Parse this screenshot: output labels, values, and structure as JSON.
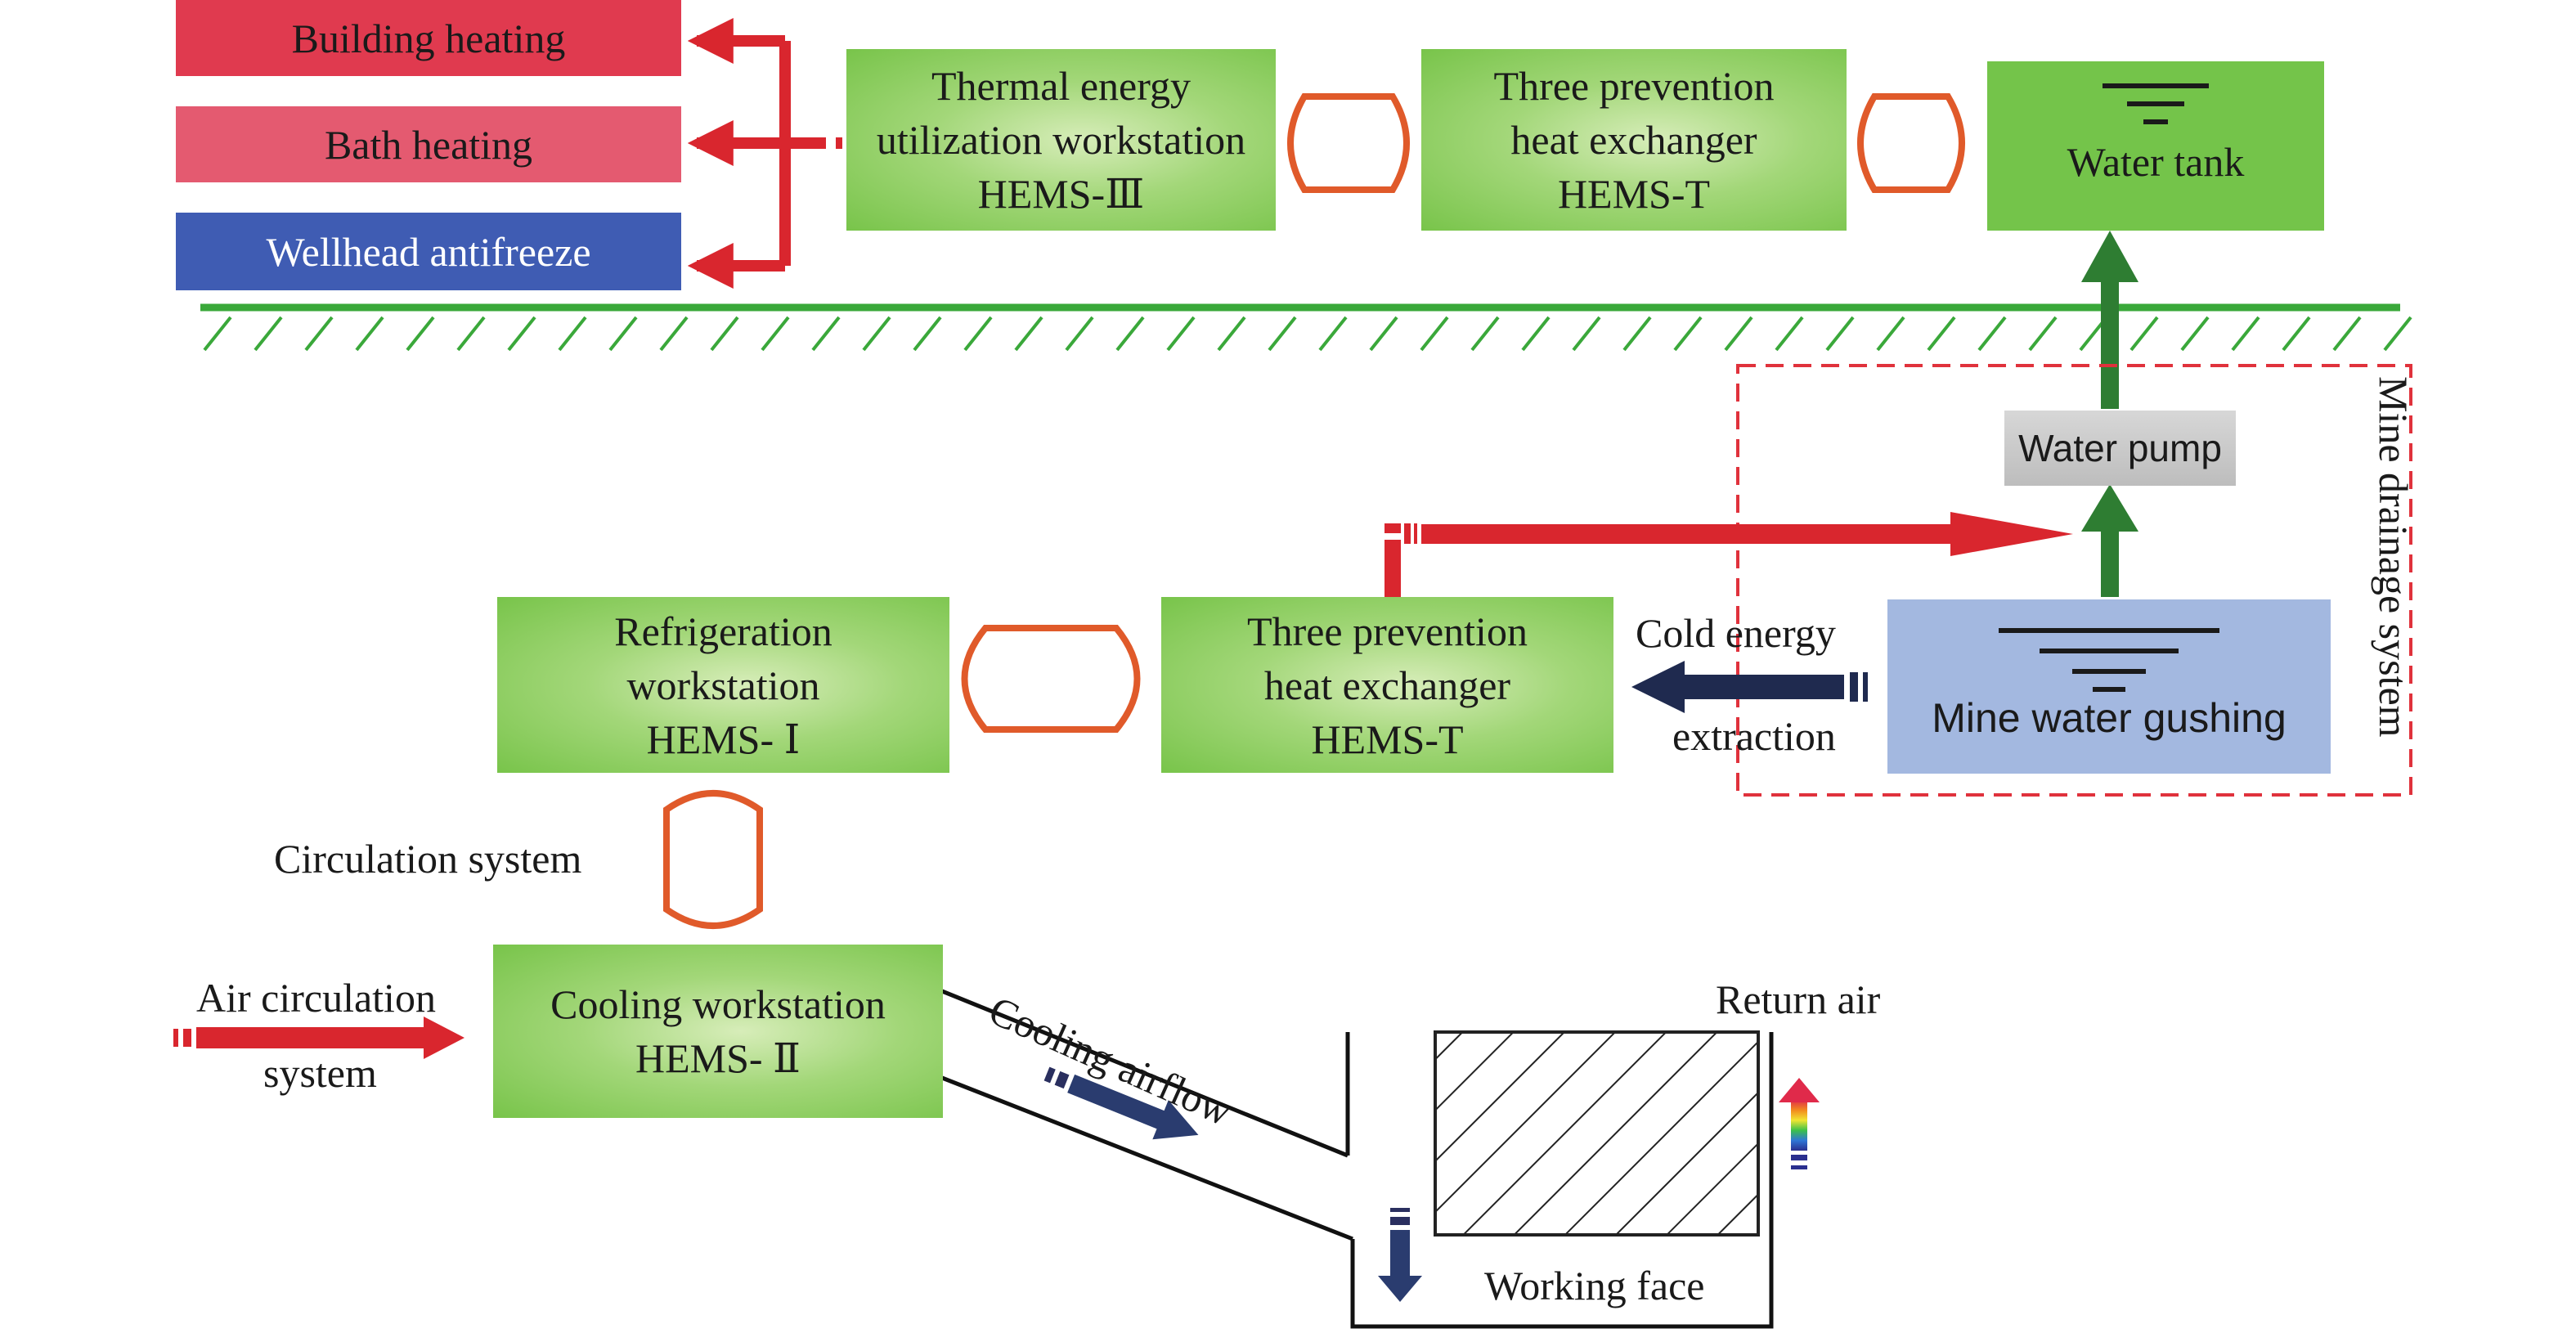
{
  "outputs": {
    "building_heating": "Building heating",
    "bath_heating": "Bath heating",
    "wellhead_antifreeze": "Wellhead antifreeze"
  },
  "top_row": {
    "thermal_ws": [
      "Thermal energy",
      "utilization workstation",
      "HEMS-Ⅲ"
    ],
    "hex_top": [
      "Three prevention",
      "heat exchanger",
      "HEMS-T"
    ],
    "water_tank": "Water tank"
  },
  "drainage": {
    "water_pump": "Water pump",
    "mine_water": "Mine water gushing",
    "system_label": "Mine drainage system"
  },
  "middle_row": {
    "refrigeration_ws": [
      "Refrigeration",
      "workstation",
      "HEMS- Ⅰ"
    ],
    "hex_mid": [
      "Three prevention",
      "heat exchanger",
      "HEMS-T"
    ],
    "cold_energy": [
      "Cold energy",
      "extraction"
    ]
  },
  "bottom": {
    "circulation_system": "Circulation system",
    "air_circulation": [
      "Air circulation",
      "system"
    ],
    "cooling_ws": [
      "Cooling workstation",
      "HEMS- Ⅱ"
    ],
    "cooling_airflow": "Cooling airflow",
    "return_air": "Return air",
    "working_face": "Working face"
  },
  "colors": {
    "green_box": "#78c44a",
    "heat_arrow": "#d9262e",
    "loop": "#e05a2a",
    "ground": "#3aa83a",
    "pump_arrow": "#2e7d32",
    "cold_arrow": "#1f2a4f",
    "dashed_frame": "#e0323c"
  }
}
